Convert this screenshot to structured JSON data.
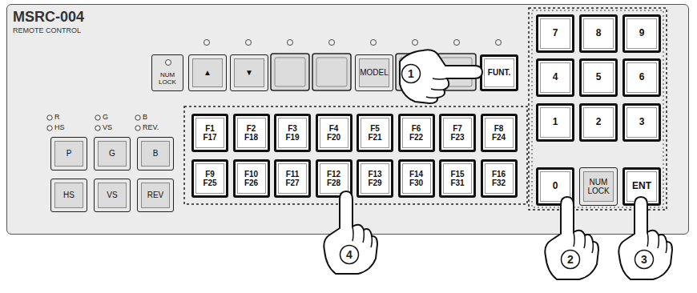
{
  "diagram": {
    "nodes": [
      {
        "text": [
          "MSRC-004",
          "REMOTE CONTROL"
        ]
      },
      {
        "text": [
          "NUM LOCK"
        ],
        "in": 0
      },
      {
        "text": [
          "▲"
        ],
        "in": 0
      },
      {
        "text": [
          "▼"
        ],
        "in": 0
      },
      {
        "text": [
          "MODEL"
        ],
        "in": 0
      },
      {
        "text": [
          "FUNT."
        ],
        "in": 0
      },
      {
        "text": [
          "7"
        ],
        "in": 0
      },
      {
        "text": [
          "8"
        ],
        "in": 0
      },
      {
        "text": [
          "9"
        ],
        "in": 0
      },
      {
        "text": [
          "4"
        ],
        "in": 0
      },
      {
        "text": [
          "5"
        ],
        "in": 0
      },
      {
        "text": [
          "6"
        ],
        "in": 0
      },
      {
        "text": [
          "1"
        ],
        "in": 0
      },
      {
        "text": [
          "2"
        ],
        "in": 0
      },
      {
        "text": [
          "3"
        ],
        "in": 0
      },
      {
        "text": [
          "P"
        ],
        "in": 0
      },
      {
        "text": [
          "G"
        ],
        "in": 0
      },
      {
        "text": [
          "B"
        ],
        "in": 0
      },
      {
        "text": [
          "HS"
        ],
        "in": 0
      },
      {
        "text": [
          "VS"
        ],
        "in": 0
      },
      {
        "text": [
          "REV"
        ],
        "in": 0
      },
      {
        "text": [
          "F1 F17"
        ],
        "in": 0
      },
      {
        "text": [
          "F2 F18"
        ],
        "in": 0
      },
      {
        "text": [
          "F3 F19"
        ],
        "in": 0
      },
      {
        "text": [
          "F4 F20"
        ],
        "in": 0
      },
      {
        "text": [
          "F5 F21"
        ],
        "in": 0
      },
      {
        "text": [
          "F6 F22"
        ],
        "in": 0
      },
      {
        "text": [
          "F7 F23"
        ],
        "in": 0
      },
      {
        "text": [
          "F8 F24"
        ],
        "in": 0
      },
      {
        "text": [
          "F9 F25"
        ],
        "in": 0
      },
      {
        "text": [
          "F10 F26"
        ],
        "in": 0
      },
      {
        "text": [
          "F11 F27"
        ],
        "in": 0
      },
      {
        "text": [
          "F12 F28"
        ],
        "in": 0
      },
      {
        "text": [
          "F13 F29"
        ],
        "in": 0
      },
      {
        "text": [
          "F14 F30"
        ],
        "in": 0
      },
      {
        "text": [
          "F15 F31"
        ],
        "in": 0
      },
      {
        "text": [
          "F16 F32"
        ],
        "in": 0
      },
      {
        "text": [
          "0"
        ],
        "in": 0
      },
      {
        "text": [
          "NUM LOCK"
        ],
        "in": 0
      },
      {
        "text": [
          "ENT"
        ],
        "in": 0
      }
    ],
    "labels": [
      "R",
      "G",
      "B",
      "HS",
      "VS",
      "REV.",
      "1",
      "2",
      "3",
      "4"
    ]
  }
}
